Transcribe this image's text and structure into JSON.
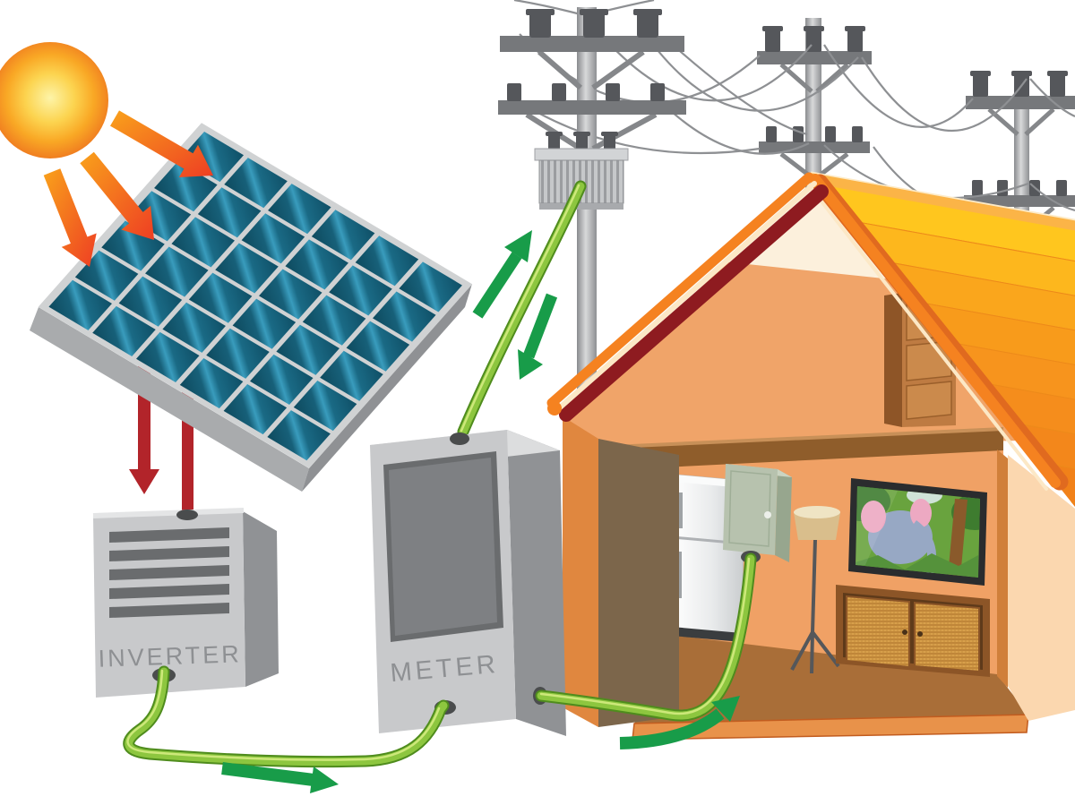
{
  "diagram": {
    "type": "illustration",
    "subject": "grid-tied residential solar power system",
    "labels": {
      "inverter": "INVERTER",
      "meter": "METER"
    },
    "components": [
      "sun",
      "sunbeam-arrows",
      "solar-panel",
      "dc-arrows",
      "inverter",
      "meter",
      "utility-pole-with-transformer",
      "background-utility-poles",
      "power-lines",
      "green-service-cables",
      "energy-flow-arrows",
      "cutaway-house"
    ],
    "solar_panel": {
      "rows": 6,
      "cols": 6
    },
    "utility_poles": 3,
    "household_items": [
      "refrigerator",
      "breaker-panel",
      "floor-lamp",
      "television",
      "tv-cabinet",
      "attic-dresser"
    ],
    "flows": [
      {
        "from": "sun",
        "to": "solar-panel",
        "medium": "sunlight",
        "arrow_color": "orange-red"
      },
      {
        "from": "solar-panel",
        "to": "inverter",
        "medium": "DC power",
        "arrow_color": "dark-red"
      },
      {
        "from": "inverter",
        "to": "meter",
        "medium": "AC power",
        "arrow_color": "green"
      },
      {
        "from": "meter",
        "to": "house-breaker-panel",
        "medium": "AC power",
        "arrow_color": "green"
      },
      {
        "from": "meter",
        "to": "grid-transformer",
        "medium": "AC power",
        "bidirectional": true,
        "arrow_color": "green"
      }
    ]
  },
  "colors": {
    "sun_core": "#FDF4A8",
    "sun_edge": "#F07E20",
    "sunbeam_start": "#F9A21B",
    "sunbeam_end": "#EE3E23",
    "panel_cell_dark": "#0E4A5E",
    "panel_cell_light": "#399CBD",
    "panel_frame": "#D0D2D3",
    "dc_arrow_red": "#B2242A",
    "box_gray": "#C8C9CB",
    "box_gray_side": "#909295",
    "vent_gray": "#6A6C6E",
    "label_gray": "#8E9093",
    "cable_green": "#8DC63F",
    "cable_green_dark": "#4F8C1D",
    "cable_highlight": "#CDE87A",
    "flow_arrow_green": "#189C49",
    "pole_gray": "#B9BBBD",
    "crossarm_gray": "#76787B",
    "insulator_gray": "#55575B",
    "wire_gray": "#8E9093",
    "transformer_gray": "#C6C8CA",
    "roof_orange": "#F7941D",
    "roof_ridge_trim": "#FBB447",
    "roof_eave_trim": "#F58220",
    "roof_cut_red": "#8E1B20",
    "gable_cream": "#FCF0DC",
    "attic_wall": "#F0A469",
    "back_wall": "#F0A165",
    "ceiling_brown": "#8F5D2B",
    "floor_brown": "#A96E38",
    "floor_edge_orange": "#E8924A",
    "left_wall_outer": "#E0873F",
    "left_wall_inner": "#7C664B",
    "right_wall_peach": "#FBD7AF",
    "dresser_brown": "#BE7B42",
    "fridge_white": "#F2F3F4",
    "breaker_panel_green": "#B7C2AE",
    "lamp_shade_tan": "#D9BE8C",
    "tv_frame_dark": "#2A2C2E",
    "tv_screen_green": "#69A33E",
    "cabinet_brown": "#8C5527",
    "wicker_tan": "#D8A04B",
    "roof_bands": [
      "#FFC61E",
      "#FDB71D",
      "#FAA61C",
      "#F89B1B",
      "#F7941D",
      "#F58D1C",
      "#F3871B",
      "#F18119",
      "#EF7D18"
    ]
  }
}
